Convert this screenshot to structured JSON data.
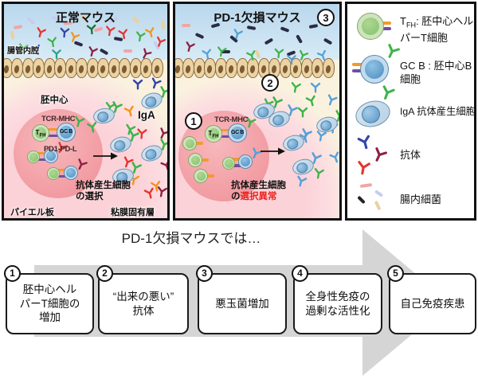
{
  "panels": {
    "normal": {
      "title": "正常マウス",
      "lumen_label": "腸管内腔",
      "gc_label": "胚中心",
      "tcr_label": "TCR-MHC",
      "pd1_label": "PD1-PD-L",
      "iga_label": "IgA",
      "selection_line1": "抗体産生細胞",
      "selection_line2": "の選択",
      "peyer_label": "パイエル板",
      "mucosa_label": "粘膜固有層"
    },
    "pd1ko": {
      "title": "PD-1欠損マウス",
      "badge_lumen": "3",
      "badge_lp": "2",
      "badge_gc": "1",
      "tcr_label": "TCR-MHC",
      "selection_line1": "抗体産生細胞",
      "selection_line2_prefix": "の",
      "selection_line2_red": "選択異常"
    },
    "legend": {
      "items": [
        {
          "pre": "T",
          "sub": "FH",
          "rest": ": 胚中心ヘル",
          "line2": "パーT細胞"
        },
        {
          "line1": "GC B : 胚中心B",
          "line2": "細胞"
        },
        {
          "line1": "IgA 抗体産生細胞"
        },
        {
          "line1": "抗体"
        },
        {
          "line1": "腸内細菌"
        }
      ]
    }
  },
  "cells": {
    "tfh_pre": "T",
    "tfh_sub": "FH",
    "gcb": "GC B"
  },
  "caption": "PD-1欠損マウスでは…",
  "flow": {
    "steps": [
      {
        "num": "1",
        "lines": [
          "胚中心ヘル",
          "パーT細胞の",
          "増加"
        ]
      },
      {
        "num": "2",
        "lines": [
          "“出来の悪い”",
          "抗体"
        ]
      },
      {
        "num": "3",
        "lines": [
          "悪玉菌増加"
        ]
      },
      {
        "num": "4",
        "lines": [
          "全身性免疫の",
          "過剰な活性化"
        ]
      },
      {
        "num": "5",
        "lines": [
          "自己免疫疾患"
        ]
      }
    ]
  },
  "colors": {
    "abnormal_red": "#e8251f",
    "antibody_green": "#3eb449",
    "antibody_blue": "#55a0d8",
    "antibody_navy": "#3344a8",
    "antibody_red": "#e43530",
    "antibody_orange": "#f2941d",
    "antibody_maroon": "#8e2044",
    "antibody_darkgreen": "#186f31",
    "antibody_teal": "#2f9f86",
    "bacteria_dark": "#2b2b45",
    "bacteria_pink": "#efa6a6",
    "bacteria_lavender": "#c9cbf0",
    "bacteria_tan": "#ead1a0",
    "connector_orange": "#f29a2e",
    "connector_purple": "#6f4f9e",
    "arrow_gray": "#d5d5d5"
  }
}
